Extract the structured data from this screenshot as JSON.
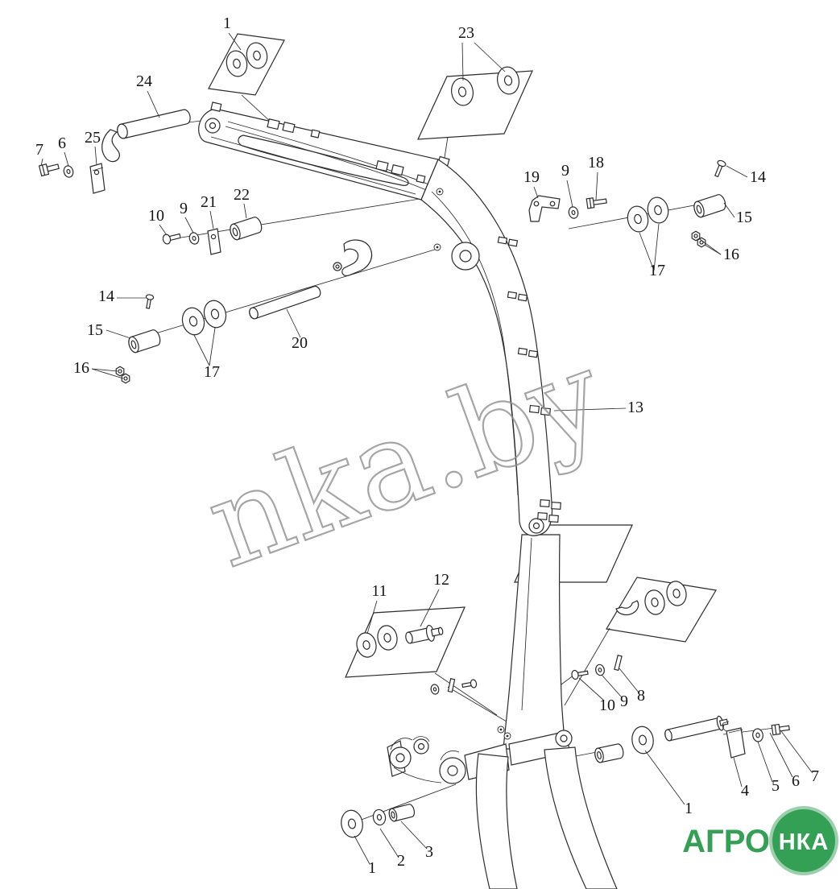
{
  "watermark": {
    "text": "nka.by"
  },
  "logo": {
    "prefix": "АГРО",
    "badge": "НКА",
    "green": "#33a055",
    "ring": "#9ccfac"
  },
  "colors": {
    "line": "#2b2b2b",
    "watermark_gray": "#8f8f8f"
  },
  "callouts": [
    {
      "id": "top-plate-washers",
      "label": "1"
    },
    {
      "id": "elbow-plate-washers",
      "label": "23"
    },
    {
      "id": "upper-pin",
      "label": "24"
    },
    {
      "id": "upper-left-bolt",
      "label": "7"
    },
    {
      "id": "upper-left-washer",
      "label": "6"
    },
    {
      "id": "upper-left-plate",
      "label": "25"
    },
    {
      "id": "mid-bolt",
      "label": "10"
    },
    {
      "id": "mid-washer",
      "label": "9"
    },
    {
      "id": "mid-plate",
      "label": "21"
    },
    {
      "id": "mid-sleeve",
      "label": "22"
    },
    {
      "id": "right-bracket",
      "label": "19"
    },
    {
      "id": "right-washer",
      "label": "9"
    },
    {
      "id": "right-bolt",
      "label": "18"
    },
    {
      "id": "right-pin-bolt",
      "label": "14"
    },
    {
      "id": "right-bushing",
      "label": "15"
    },
    {
      "id": "right-nuts",
      "label": "16"
    },
    {
      "id": "right-washers",
      "label": "17"
    },
    {
      "id": "left-pin-bolt",
      "label": "14"
    },
    {
      "id": "left-bushing",
      "label": "15"
    },
    {
      "id": "left-nuts",
      "label": "16"
    },
    {
      "id": "left-washers",
      "label": "17"
    },
    {
      "id": "long-pin",
      "label": "20"
    },
    {
      "id": "boom-steps",
      "label": "13"
    },
    {
      "id": "lower-plate-washers",
      "label": "11"
    },
    {
      "id": "lower-plate-pin",
      "label": "12"
    },
    {
      "id": "lower-bolt",
      "label": "10"
    },
    {
      "id": "lower-washer",
      "label": "9"
    },
    {
      "id": "lower-pin-small",
      "label": "8"
    },
    {
      "id": "base-washer",
      "label": "1"
    },
    {
      "id": "base-strap",
      "label": "4"
    },
    {
      "id": "base-washer-small",
      "label": "5"
    },
    {
      "id": "base-washer-6",
      "label": "6"
    },
    {
      "id": "base-bolt",
      "label": "7"
    },
    {
      "id": "foot-washer",
      "label": "1"
    },
    {
      "id": "foot-washer-small",
      "label": "2"
    },
    {
      "id": "foot-bushing",
      "label": "3"
    }
  ]
}
